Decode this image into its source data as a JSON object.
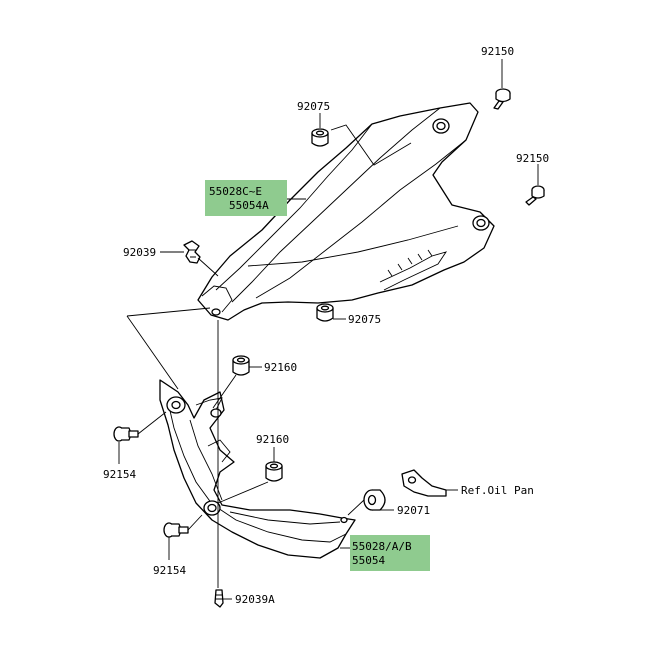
{
  "diagram": {
    "highlight_color": "#8fcb8f",
    "line_color": "#000000",
    "background": "#ffffff"
  },
  "labels": {
    "bolt_top_a": "92150",
    "bolt_top_b": "92150",
    "grommet_upper": "92075",
    "grommet_lower": "92075",
    "cowl_part_1": "55028C~E",
    "cowl_part_2": "55054A",
    "clip_upper": "92039",
    "grommet_mid_a": "92160",
    "grommet_mid_b": "92160",
    "bolt_left_a": "92154",
    "bolt_left_b": "92154",
    "grommet_right": "92071",
    "ref_oil_pan": "Ref.Oil Pan",
    "lower_part_1": "55028/A/B",
    "lower_part_2": "55054",
    "clip_lower": "92039A"
  }
}
